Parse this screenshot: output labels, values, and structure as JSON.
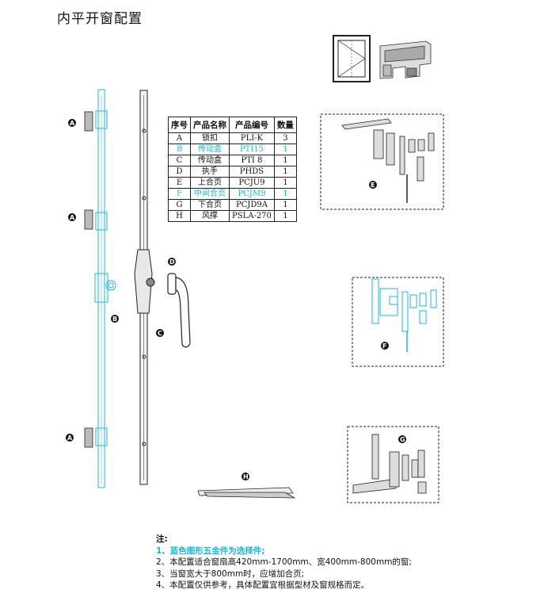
{
  "page_title": "内平开窗配置",
  "callouts": {
    "A": "A",
    "B": "B",
    "C": "C",
    "D": "D",
    "E": "E",
    "F": "F",
    "G": "G",
    "H": "H"
  },
  "table": {
    "headers": [
      "序号",
      "产品名称",
      "产品编号",
      "数量"
    ],
    "rows": [
      {
        "id": "A",
        "name": "锁扣",
        "code": "PLI-K",
        "qty": "3",
        "optional": false
      },
      {
        "id": "B",
        "name": "传动盒",
        "code": "PTI15",
        "qty": "1",
        "optional": true
      },
      {
        "id": "C",
        "name": "传动盒",
        "code": "PTI 8",
        "qty": "1",
        "optional": false
      },
      {
        "id": "D",
        "name": "执手",
        "code": "PHDS",
        "qty": "1",
        "optional": false
      },
      {
        "id": "E",
        "name": "上合页",
        "code": "PCJU9",
        "qty": "1",
        "optional": false
      },
      {
        "id": "F",
        "name": "中间合页",
        "code": "PCJM9",
        "qty": "1",
        "optional": true
      },
      {
        "id": "G",
        "name": "下合页",
        "code": "PCJD9A",
        "qty": "1",
        "optional": false
      },
      {
        "id": "H",
        "name": "风撑",
        "code": "PSLA-270",
        "qty": "1",
        "optional": false
      }
    ]
  },
  "notes": {
    "heading": "注:",
    "items": [
      "1、蓝色图形五金件为选择件;",
      "2、本配置适合窗扇高420mm-1700mm、宽400mm-800mm的窗;",
      "3、当窗宽大于800mm时，应增加合页;",
      "4、本配置仅供参考，具体配置宜根据型材及窗规格而定。"
    ]
  },
  "colors": {
    "optional_blue": "#1fb6d8",
    "line": "#222222"
  }
}
